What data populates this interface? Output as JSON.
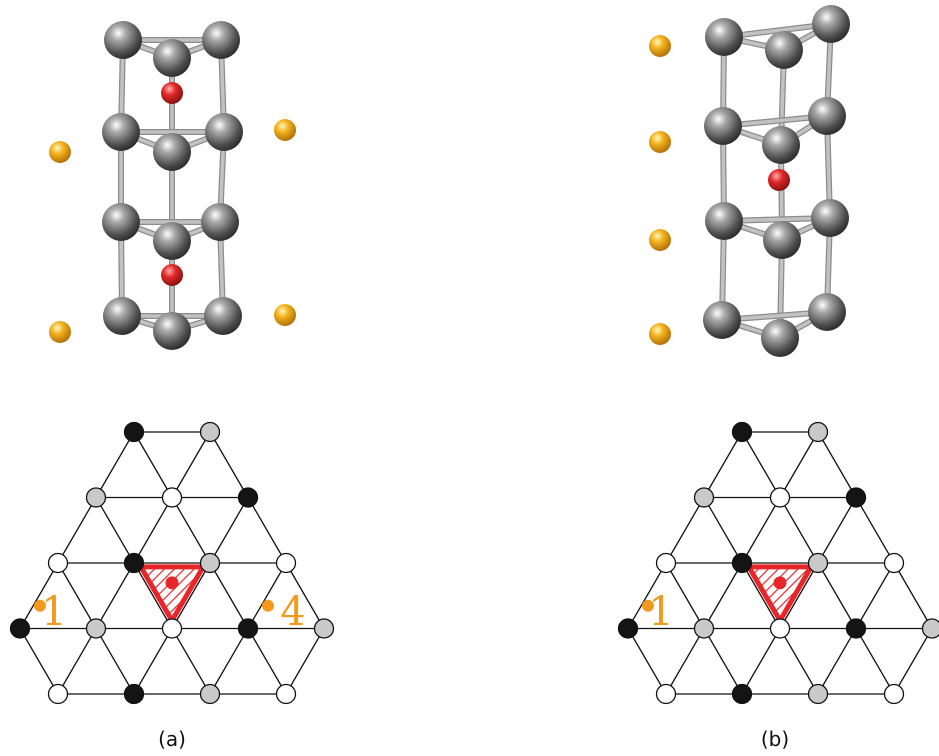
{
  "colors": {
    "black_site": "#141414",
    "gray_site": "#c9c9c9",
    "white_site": "#ffffff",
    "triangle": "#e8262a",
    "dopant": "#f39a1e",
    "atom_gray": "#6e6e6e",
    "atom_red": "#d8262a",
    "atom_gold": "#f2b21c",
    "bond": "#c2c2c2"
  },
  "panels": [
    {
      "label": "(a)",
      "site_labels": [
        "1",
        "4"
      ]
    },
    {
      "label": "(b)",
      "site_labels": [
        "1"
      ]
    }
  ]
}
